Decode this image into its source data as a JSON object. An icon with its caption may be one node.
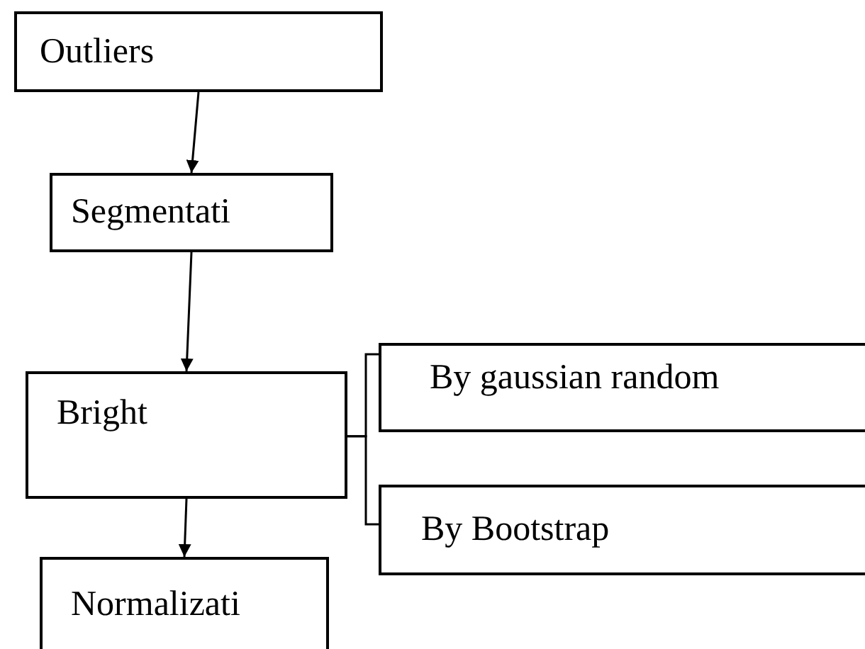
{
  "diagram": {
    "nodes": [
      {
        "text": [
          "Outliers"
        ]
      },
      {
        "text": [
          "Segmentati"
        ]
      },
      {
        "text": [
          "Bright"
        ]
      },
      {
        "text": [
          "Normalizati"
        ]
      },
      {
        "text": [
          "By gaussian random"
        ]
      },
      {
        "text": [
          "By Bootstrap"
        ]
      }
    ],
    "edges": [
      {
        "from": 0,
        "to": 1,
        "arrow": "to"
      },
      {
        "from": 1,
        "to": 2,
        "arrow": "to"
      },
      {
        "from": 2,
        "to": 3,
        "arrow": "to"
      },
      {
        "from": 2,
        "to": 4,
        "arrow": "none"
      },
      {
        "from": 2,
        "to": 5,
        "arrow": "none"
      }
    ]
  }
}
